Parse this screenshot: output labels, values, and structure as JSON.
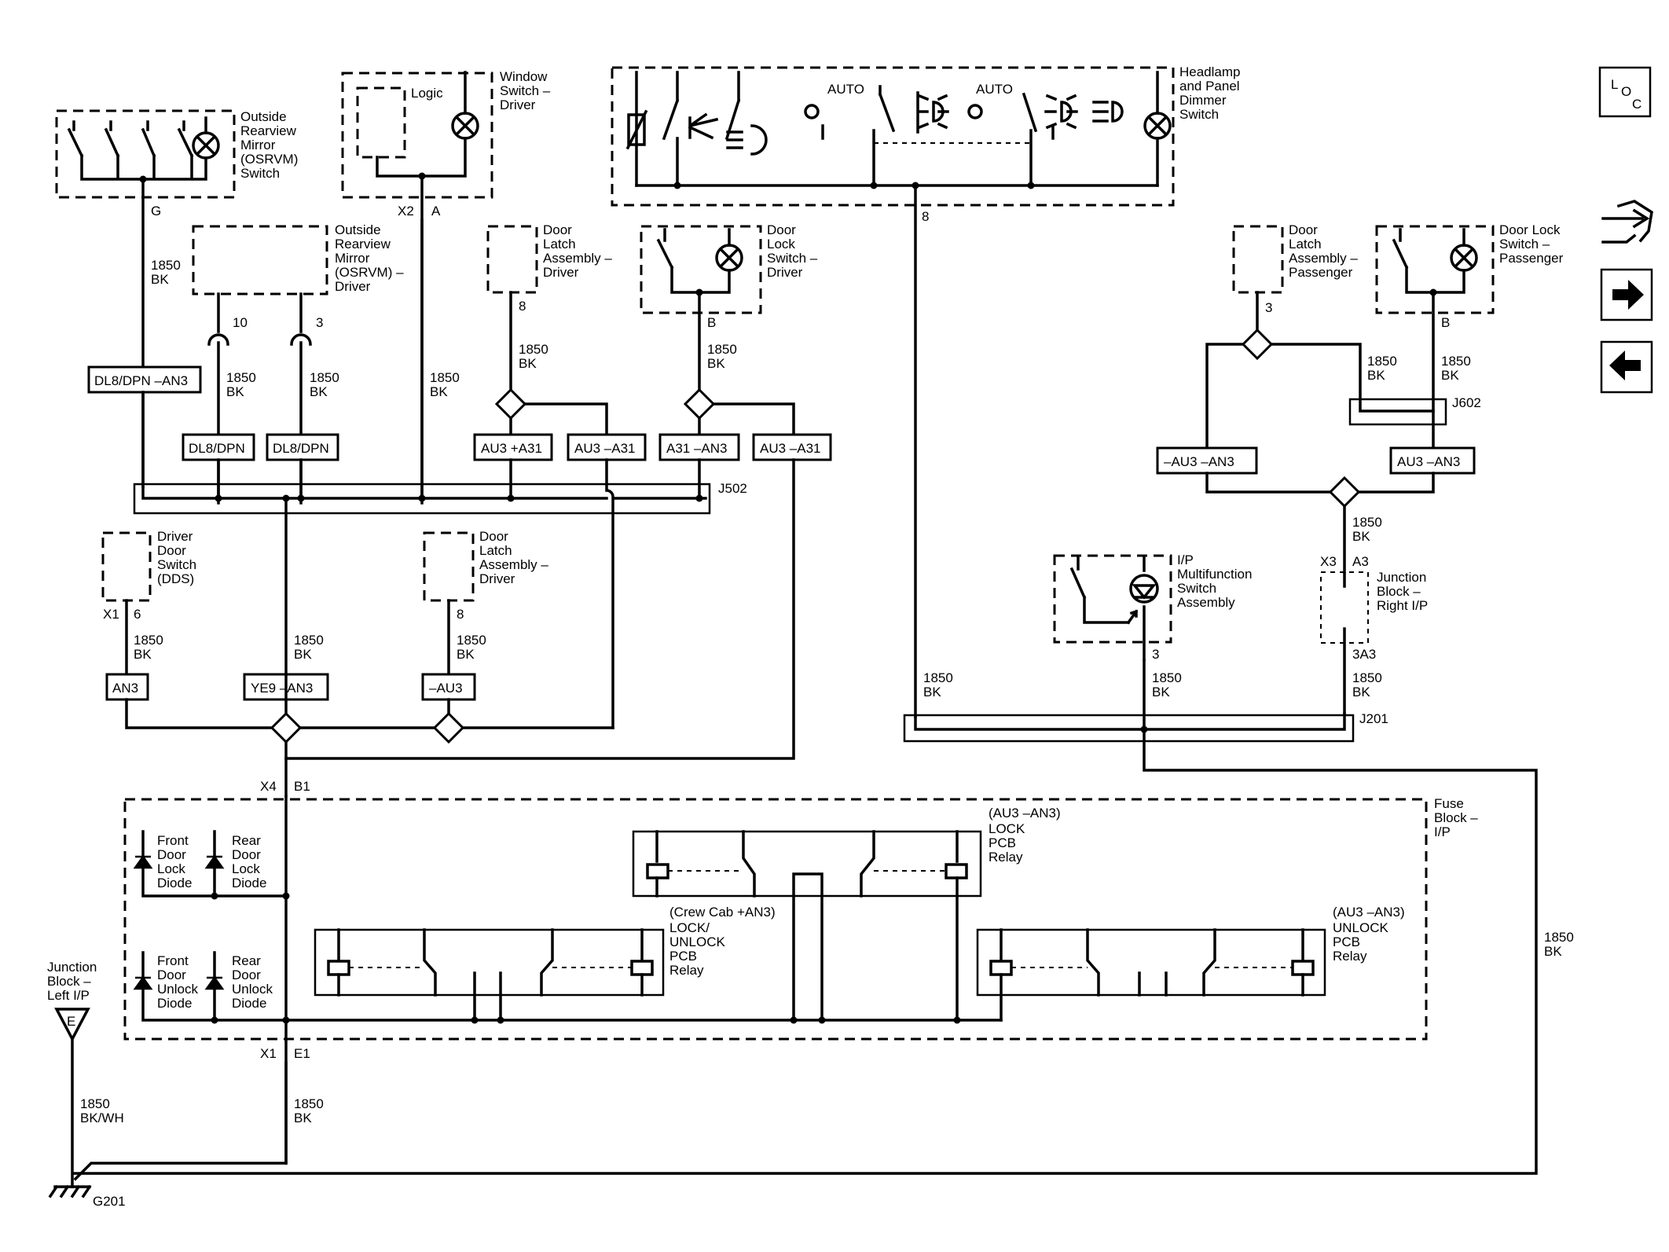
{
  "components": {
    "osrvm_switch": [
      "Outside",
      "Rearview",
      "Mirror",
      "(OSRVM)",
      "Switch"
    ],
    "window_switch": [
      "Window",
      "Switch –",
      "Driver"
    ],
    "window_logic": "Logic",
    "headlamp_switch": [
      "Headlamp",
      "and Panel",
      "Dimmer",
      "Switch"
    ],
    "auto_label": "AUTO",
    "osrvm_driver": [
      "Outside",
      "Rearview",
      "Mirror",
      "(OSRVM) –",
      "Driver"
    ],
    "door_latch_top": [
      "Door",
      "Latch",
      "Assembly –",
      "Driver"
    ],
    "door_lock_driver": [
      "Door",
      "Lock",
      "Switch –",
      "Driver"
    ],
    "door_latch_pass": [
      "Door",
      "Latch",
      "Assembly –",
      "Passenger"
    ],
    "door_lock_pass": [
      "Door Lock",
      "Switch –",
      "Passenger"
    ],
    "dds": [
      "Driver",
      "Door",
      "Switch",
      "(DDS)"
    ],
    "door_latch_mid": [
      "Door",
      "Latch",
      "Assembly –",
      "Driver"
    ],
    "ip_mfs": [
      "I/P",
      "Multifunction",
      "Switch",
      "Assembly"
    ],
    "jb_right": [
      "Junction",
      "Block –",
      "Right I/P"
    ],
    "fuse_block": [
      "Fuse",
      "Block –",
      "I/P"
    ],
    "front_lock_diode": [
      "Front",
      "Door",
      "Lock",
      "Diode"
    ],
    "rear_lock_diode": [
      "Rear",
      "Door",
      "Lock",
      "Diode"
    ],
    "front_unlock_diode": [
      "Front",
      "Door",
      "Unlock",
      "Diode"
    ],
    "rear_unlock_diode": [
      "Rear",
      "Door",
      "Unlock",
      "Diode"
    ],
    "lock_relay": [
      "(AU3 –AN3)",
      "LOCK",
      "PCB",
      "Relay"
    ],
    "lock_unlock_relay": [
      "(Crew Cab +AN3)",
      "LOCK/",
      "UNLOCK",
      "PCB",
      "Relay"
    ],
    "unlock_relay": [
      "(AU3 –AN3)",
      "UNLOCK",
      "PCB",
      "Relay"
    ],
    "jb_left": [
      "Junction",
      "Block –",
      "Left I/P"
    ],
    "jb_left_pin": "E",
    "ground": "G201"
  },
  "splices": [
    "J502",
    "J602",
    "J201"
  ],
  "options": {
    "dl8_an3": "DL8/DPN –AN3",
    "dl8_a": "DL8/DPN",
    "dl8_b": "DL8/DPN",
    "au3_a31": "AU3 +A31",
    "au3_ma31_a": "AU3 –A31",
    "a31_an3": "A31 –AN3",
    "au3_ma31_b": "AU3 –A31",
    "mau3_an3": "–AU3 –AN3",
    "au3_an3": "AU3 –AN3",
    "an3": "AN3",
    "ye9_an3": "YE9 –AN3",
    "mau3": "–AU3"
  },
  "wires": {
    "w_g": [
      "1850",
      "BK"
    ],
    "w_10": [
      "1850",
      "BK"
    ],
    "w_3": [
      "1850",
      "BK"
    ],
    "w_a": [
      "1850",
      "BK"
    ],
    "w_latch_top": [
      "1850",
      "BK"
    ],
    "w_lock_drv": [
      "1850",
      "BK"
    ],
    "w_pass_latch": [
      "1850",
      "BK"
    ],
    "w_pass_lock": [
      "1850",
      "BK"
    ],
    "w_jb_right": [
      "1850",
      "BK"
    ],
    "w_dds": [
      "1850",
      "BK"
    ],
    "w_mid": [
      "1850",
      "BK"
    ],
    "w_latch_mid": [
      "1850",
      "BK"
    ],
    "w_headlamp": [
      "1850",
      "BK"
    ],
    "w_ip_mfs": [
      "1850",
      "BK"
    ],
    "w_jb_right_lower": [
      "1850",
      "BK"
    ],
    "w_right_return": [
      "1850",
      "BK"
    ],
    "w_bkwh": [
      "1850",
      "BK/WH"
    ],
    "w_ground": [
      "1850",
      "BK"
    ]
  },
  "pins": {
    "p_g": "G",
    "p_x2": "X2",
    "p_a": "A",
    "p_10": "10",
    "p_3": "3",
    "p_8a": "8",
    "p_b1": "B",
    "p_8hl": "8",
    "p_3pass": "3",
    "p_bpass": "B",
    "p_x1a": "X1",
    "p_6": "6",
    "p_8b": "8",
    "p_x3": "X3",
    "p_a3": "A3",
    "p_3a3": "3A3",
    "p_3ip": "3",
    "p_x4": "X4",
    "p_b1b": "B1",
    "p_x1b": "X1",
    "p_e1": "E1"
  },
  "loc_icon": [
    "L",
    "O",
    "C"
  ]
}
